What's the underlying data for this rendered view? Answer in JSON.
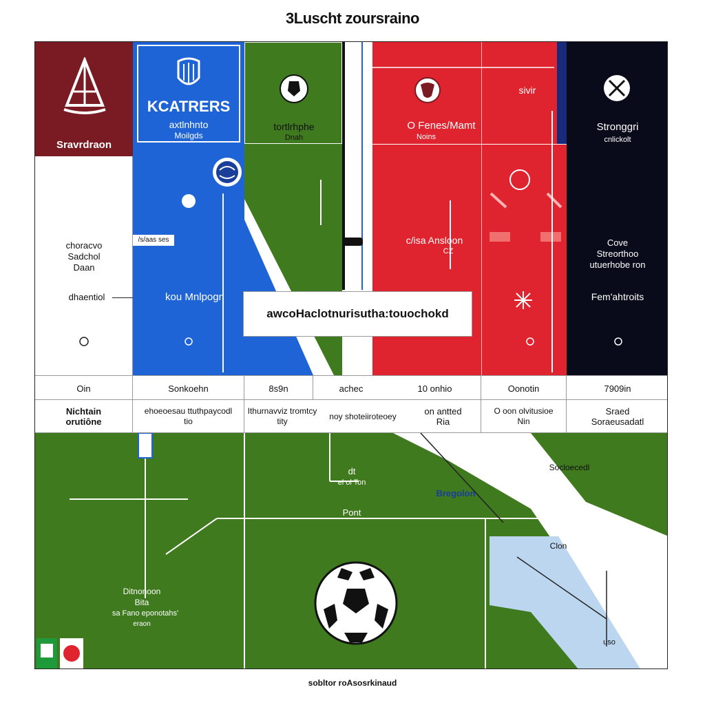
{
  "title": "3Luscht zoursraino",
  "footer": "sobltor roAsosrkinaud",
  "top_panels": {
    "maroon": {
      "label": "Sravrdraon",
      "color": "#7a1a22"
    },
    "blue": {
      "title": "KCATRERS",
      "sub1": "axtlnhnto",
      "sub2": "Moilgds",
      "color": "#1f64d6"
    },
    "green": {
      "line1": "tortlrhphe",
      "line2": "Dnah",
      "color": "#3f7a1e"
    },
    "red": {
      "line1": "O Fenes/Mamt",
      "line2": "Noins",
      "label2": "sivir",
      "color": "#df2430"
    },
    "black": {
      "line1": "Stronggri",
      "line2": "cnlickolt",
      "color": "#0a0b1a"
    }
  },
  "left_column": {
    "text1": "choracvo",
    "text2": "Sadchol",
    "text3": "Daan",
    "text4": "dhaentiol"
  },
  "blue_mid": {
    "note": "/s/aas ses",
    "label": "kou Mnlpogn"
  },
  "red_mid": {
    "label": "c/isa Ansloon",
    "sub": "CZ"
  },
  "right_mid": {
    "line1": "Cove",
    "line2": "Streorthoo",
    "line3": "utuerhobe ron",
    "label": "Fem'ahtroits"
  },
  "callout": "awcoHaclotnurisutha:touochokd",
  "row1": [
    "Oin",
    "Sonkoehn",
    "8s9n",
    "achec",
    "10 onhio",
    "Oonotin",
    "7909in"
  ],
  "row2": [
    [
      "Nichtain",
      "orutiône"
    ],
    [
      "ehoeoesau ttuthpaycodl",
      "tio"
    ],
    [
      "Ithurnavviz tromtcy",
      "tity"
    ],
    [
      "noy shoteiiroteoey",
      ""
    ],
    [
      "on antted",
      "Ria"
    ],
    [
      "O oon olvitusioe",
      "Nin"
    ],
    [
      "Sraed",
      "Soraeusadatl"
    ]
  ],
  "pitch": {
    "dt_label": "dt",
    "dt_sub": "el ol Ton",
    "dt_sub2": "Pont",
    "brand": "Bregolon",
    "corner": "Socloecedl",
    "mid_right": "Clon",
    "lower_left_1": "Ditnonoon",
    "lower_left_2": "Bita",
    "lower_left_3": "sa Fano eponotahs'",
    "lower_left_4": "eraon",
    "lower_right": "uso"
  },
  "colors": {
    "pitch_green": "#3f7a1e",
    "pitch_light": "#bcd6f0",
    "white": "#ffffff"
  },
  "icons": [
    "sailboat-icon",
    "team-crest-icon",
    "soccer-ball-icon",
    "bull-crest-icon",
    "crossed-crest-icon",
    "globe-icon",
    "soccer-ball-large-icon"
  ]
}
